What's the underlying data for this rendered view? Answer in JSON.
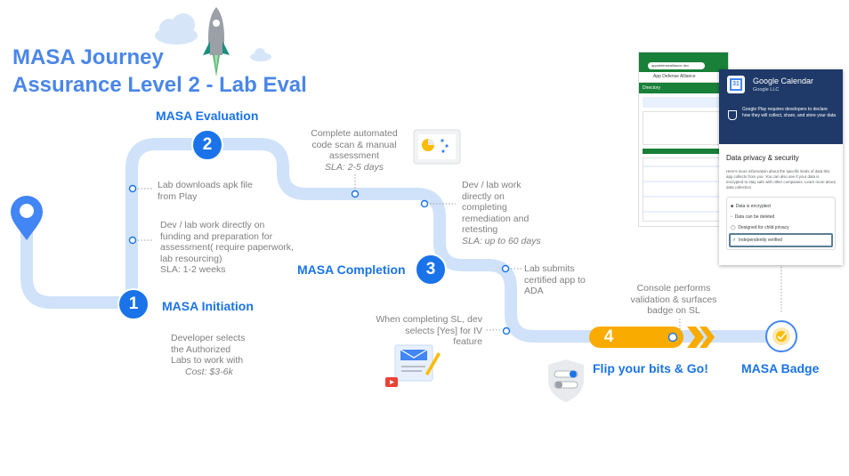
{
  "title": {
    "line1": "MASA Journey",
    "line2": "Assurance Level 2 - Lab Eval"
  },
  "stages": [
    {
      "number": "1",
      "label": "MASA Initiation"
    },
    {
      "number": "2",
      "label": "MASA Evaluation"
    },
    {
      "number": "3",
      "label": "MASA Completion"
    },
    {
      "number": "4",
      "label": "Flip your bits & Go!"
    }
  ],
  "badge_label": "MASA Badge",
  "notes": {
    "lab_downloads": "Lab downloads apk file from Play",
    "dev_lab_funding": "Dev / lab work directly on funding and preparation for assessment( require paperwork, lab resourcing)",
    "dev_lab_funding_sla": "SLA: 1-2 weeks",
    "developer_selects": "Developer selects  the Authorized Labs to work with",
    "developer_cost": "Cost: $3-6k",
    "scan": "Complete automated code scan & manual assessment",
    "scan_sla": "SLA: 2-5 days",
    "remediation": "Dev / lab work directly on completing remediation and retesting",
    "remediation_sla": "SLA: up to 60 days",
    "lab_submits": "Lab submits certified app to ADA",
    "console": "Console performs validation & surfaces badge on SL",
    "completing_sl": "When completing SL, dev selects [Yes] for IV feature"
  },
  "phone": {
    "url": "appdefensealliance.dev",
    "site": "App Defense Alliance",
    "section": "Directory"
  },
  "play_card": {
    "app_name": "Google Calendar",
    "developer": "Google LLC",
    "banner": "Google Play requires developers to declare how they will collect, share, and store your data",
    "heading": "Data privacy & security",
    "body": "Here's more information about the specific kinds of data this app collects from you. You can also see if your data is encrypted to stay safe with other companies. Learn more about data collection",
    "items": [
      "Data is encrypted",
      "Data can be deleted",
      "Designed for child privacy",
      "Independently verified"
    ]
  },
  "colors": {
    "accent": "#1a73e8",
    "path": "#cfe2f9",
    "gold": "#f9ab00",
    "title": "#4a86e8"
  }
}
